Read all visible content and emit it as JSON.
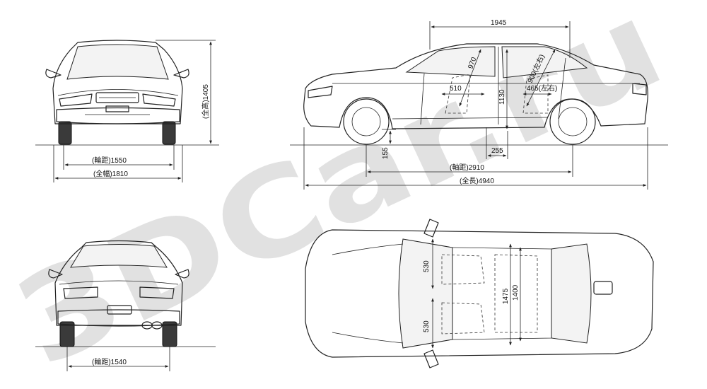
{
  "watermark": "3DCar.ru",
  "dimensions": {
    "front_track": "(輪距)1550",
    "overall_width": "(全幅)1810",
    "overall_height": "(全高)1405",
    "cabin_length": "1945",
    "headroom_front": "970",
    "headroom_rear": "900(左右)",
    "front_seat_offset": "510",
    "rear_seat_offset": "465(左右)",
    "interior_height": "1130",
    "ground_clearance": "155",
    "seat_step": "255",
    "wheelbase": "(軸距)2910",
    "overall_length": "(全長)4940",
    "rear_track": "(輪距)1540",
    "seat_width_front": "530",
    "seat_width_rear": "530",
    "interior_width_1": "1475",
    "interior_width_2": "1400"
  }
}
